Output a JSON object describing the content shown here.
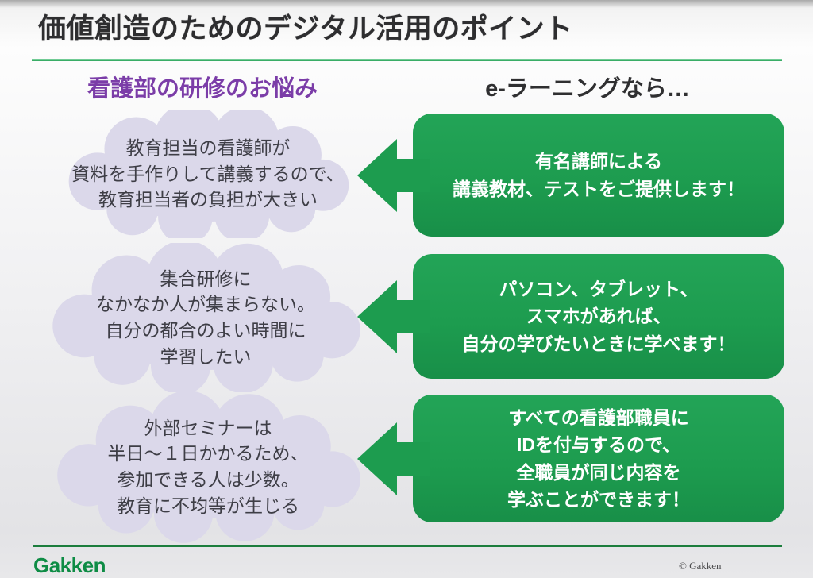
{
  "title": "価値創造のためのデジタル活用のポイント",
  "columns": {
    "left_header": "看護部の研修のお悩み",
    "right_header": "e-ラーニングなら…"
  },
  "rows": [
    {
      "problem": [
        "教育担当の看護師が",
        "資料を手作りして講義するので、",
        "教育担当者の負担が大きい"
      ],
      "solution": [
        "有名講師による",
        "講義教材、テストをご提供します！"
      ]
    },
    {
      "problem": [
        "集合研修に",
        "なかなか人が集まらない。",
        "自分の都合のよい時間に",
        "学習したい"
      ],
      "solution": [
        "パソコン、タブレット、",
        "スマホがあれば、",
        "自分の学びたいときに学べます！"
      ]
    },
    {
      "problem": [
        "外部セミナーは",
        "半日〜１日かかるため、",
        "参加できる人は少数。",
        "教育に不均等が生じる"
      ],
      "solution": [
        "すべての看護部職員に",
        "IDを付与するので、",
        "全職員が同じ内容を",
        "学ぶことができます！"
      ]
    }
  ],
  "footer": {
    "logo": "Gakken",
    "copyright": "© Gakken"
  },
  "colors": {
    "accent_green": "#1d9c4f",
    "header_purple": "#7b3da8",
    "cloud_lavender": "#dbd8ea",
    "rule_green": "#2ca55b"
  }
}
